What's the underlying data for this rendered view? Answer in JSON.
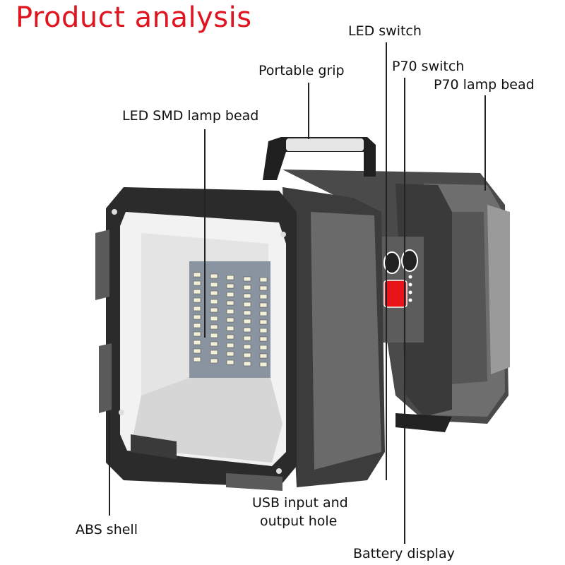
{
  "title": "Product analysis",
  "colors": {
    "title": "#e0141e",
    "shell_dark": "#2b2b2b",
    "shell_mid": "#5a5a5a",
    "shell_light": "#8c8c8c",
    "battery_display": "#e8141c",
    "led_chip": "#f2f0d8"
  },
  "callouts": {
    "led_switch": "LED switch",
    "portable_grip": "Portable grip",
    "p70_switch": "P70 switch",
    "p70_lamp_bead": "P70 lamp bead",
    "led_smd_lamp_bead": "LED SMD lamp bead",
    "abs_shell": "ABS shell",
    "usb_line1": "USB input and",
    "usb_line2": "output hole",
    "battery_display": "Battery display"
  }
}
